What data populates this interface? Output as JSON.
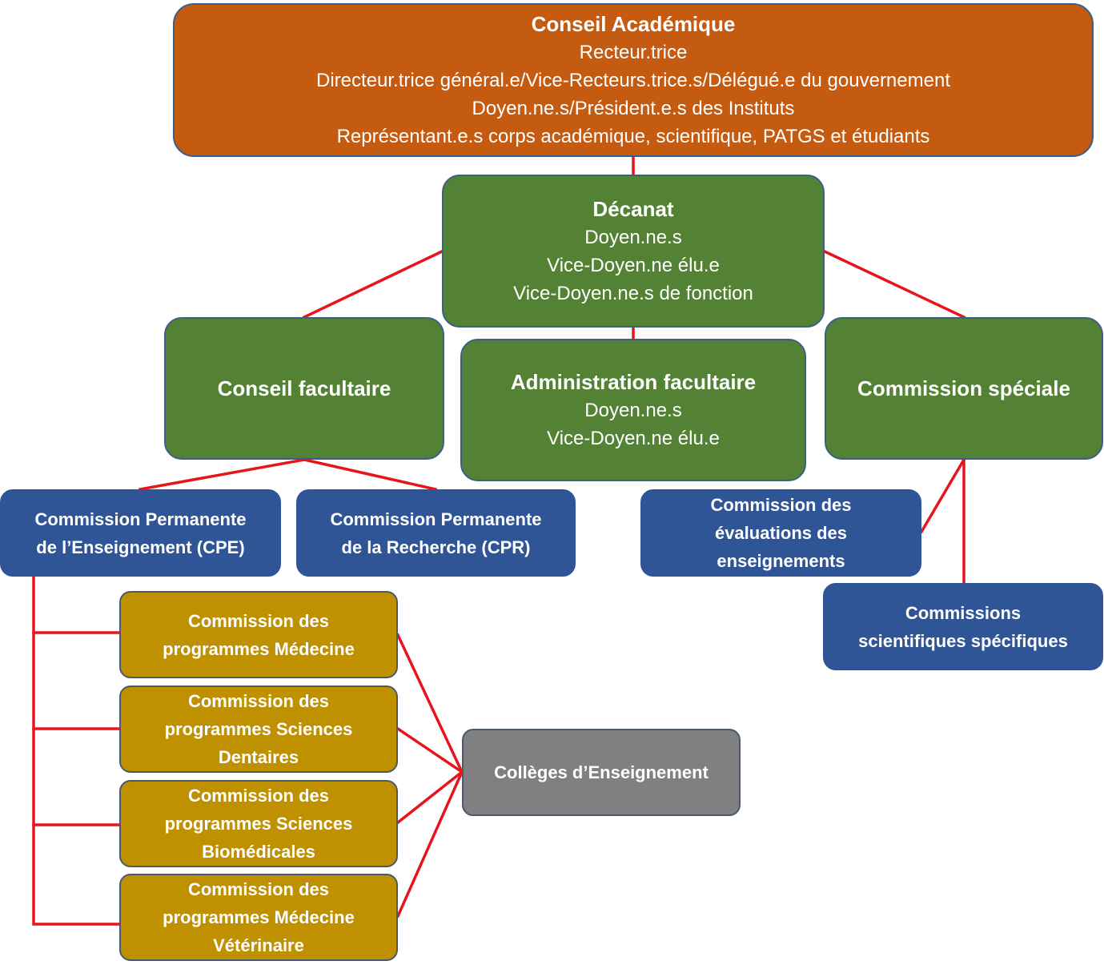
{
  "colors": {
    "orange": "#c55a11",
    "green": "#548235",
    "blue": "#2f5597",
    "gold": "#bf9000",
    "grey": "#808080",
    "connector": "#e8141c"
  },
  "conseil_academique": {
    "title": "Conseil Académique",
    "lines": [
      "Recteur.trice",
      "Directeur.trice général.e/Vice-Recteurs.trice.s/Délégué.e du gouvernement",
      "Doyen.ne.s/Président.e.s des Instituts",
      "Représentant.e.s corps académique, scientifique, PATGS et étudiants"
    ]
  },
  "decanat": {
    "title": "Décanat",
    "lines": [
      "Doyen.ne.s",
      "Vice-Doyen.ne élu.e",
      "Vice-Doyen.ne.s de fonction"
    ]
  },
  "conseil_facultaire": {
    "title": "Conseil facultaire"
  },
  "administration_facultaire": {
    "title": "Administration facultaire",
    "lines": [
      "Doyen.ne.s",
      "Vice-Doyen.ne élu.e"
    ]
  },
  "commission_speciale": {
    "title": "Commission spéciale"
  },
  "cpe": {
    "lines": [
      "Commission Permanente",
      "de l’Enseignement (CPE)"
    ]
  },
  "cpr": {
    "lines": [
      "Commission Permanente",
      "de la Recherche (CPR)"
    ]
  },
  "cee": {
    "lines": [
      "Commission des",
      "évaluations des",
      "enseignements"
    ]
  },
  "csc": {
    "lines": [
      "Commissions",
      "scientifiques spécifiques"
    ]
  },
  "programmes": [
    {
      "lines": [
        "Commission des",
        "programmes Médecine"
      ]
    },
    {
      "lines": [
        "Commission des",
        "programmes Sciences",
        "Dentaires"
      ]
    },
    {
      "lines": [
        "Commission des",
        "programmes Sciences",
        "Biomédicales"
      ]
    },
    {
      "lines": [
        "Commission des",
        "programmes Médecine",
        "Vétérinaire"
      ]
    }
  ],
  "colleges": {
    "title": "Collèges d’Enseignement"
  }
}
